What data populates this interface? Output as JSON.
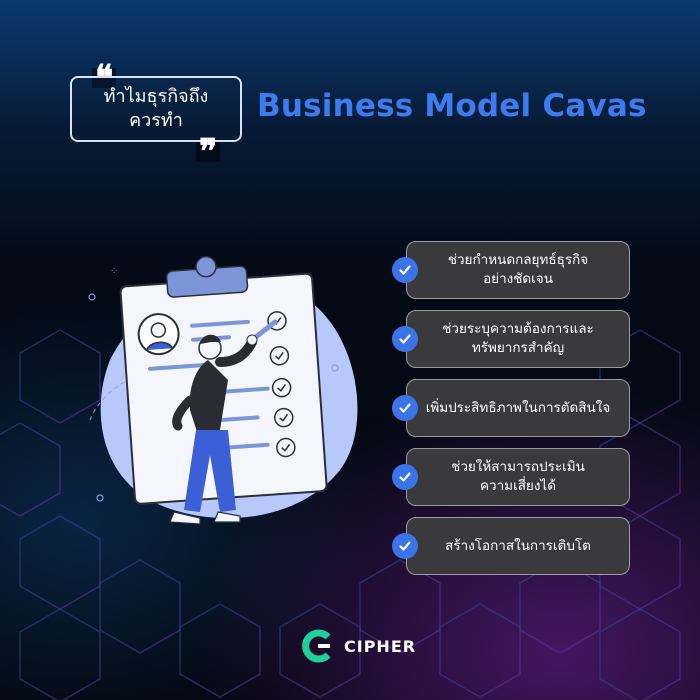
{
  "header": {
    "quote_line1": "ทำไมธุรกิจถึง",
    "quote_line2": "ควรทำ",
    "title": "Business Model Cavas"
  },
  "benefits": [
    {
      "line1": "ช่วยกำหนดกลยุทธ์ธุรกิจ",
      "line2": "อย่างชัดเจน",
      "icon": "check-circle-icon"
    },
    {
      "line1": "ช่วยระบุความต้องการและ",
      "line2": "ทรัพยากรสำคัญ",
      "icon": "check-circle-icon"
    },
    {
      "line1": "เพิ่มประสิทธิภาพในการตัดสินใจ",
      "line2": "",
      "icon": "check-circle-icon"
    },
    {
      "line1": "ช่วยให้สามารถประเมิน",
      "line2": "ความเสี่ยงได้",
      "icon": "check-circle-icon"
    },
    {
      "line1": "สร้างโอกาสในการเติบโต",
      "line2": "",
      "icon": "check-circle-icon"
    }
  ],
  "brand": {
    "name": "CIPHER",
    "logo_icon": "cipher-c-logo"
  },
  "colors": {
    "accent": "#3d7bf0",
    "check": "#3b74e8",
    "card": "#3a3a3d",
    "illustration_blob": "#b9c8fb",
    "brand_logo": "#1fd199"
  }
}
